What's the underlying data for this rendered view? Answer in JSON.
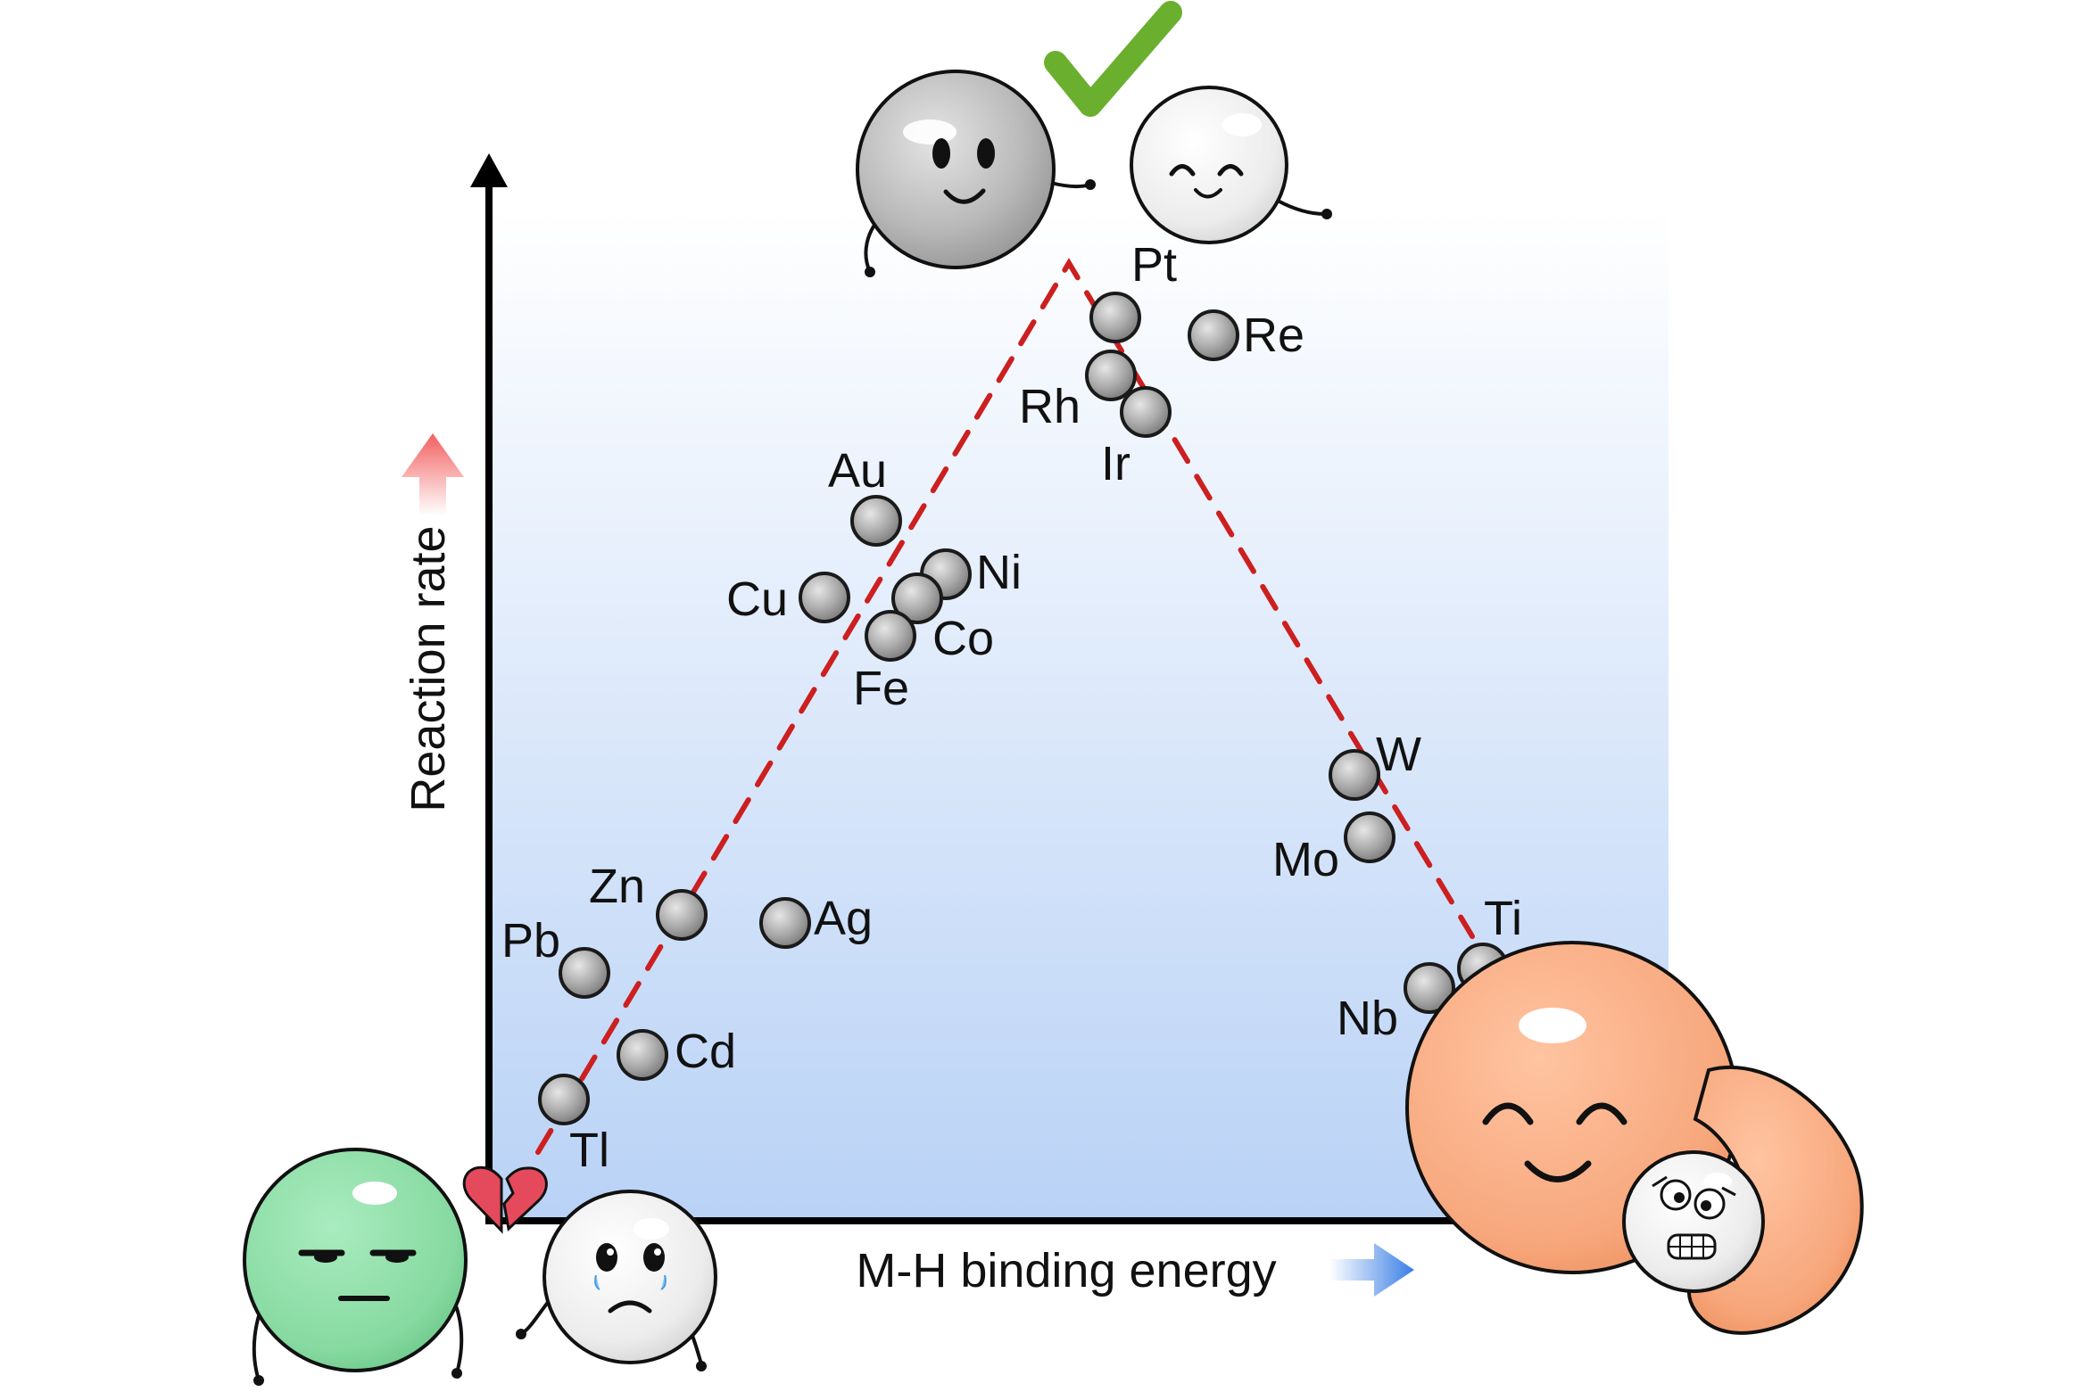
{
  "chart_data": {
    "type": "scatter",
    "xlabel": "M-H binding energy",
    "ylabel": "Reaction rate",
    "points": [
      {
        "label": "Pt"
      },
      {
        "label": "Re"
      },
      {
        "label": "Rh"
      },
      {
        "label": "Ir"
      },
      {
        "label": "Au"
      },
      {
        "label": "Ni"
      },
      {
        "label": "Cu"
      },
      {
        "label": "Co"
      },
      {
        "label": "Fe"
      },
      {
        "label": "W"
      },
      {
        "label": "Mo"
      },
      {
        "label": "Zn"
      },
      {
        "label": "Ag"
      },
      {
        "label": "Pb"
      },
      {
        "label": "Ti"
      },
      {
        "label": "Nb"
      },
      {
        "label": "Cd"
      },
      {
        "label": "Tl"
      }
    ]
  },
  "colors": {
    "trend_line": "#cc1f1f",
    "panel_top": "#ffffff",
    "panel_bottom": "#b9d2f6",
    "rate_arrow": "#f26060",
    "energy_arrow": "#3a7fe6",
    "check": "#6ab02e",
    "green_ball": "#8fdca8",
    "orange_ball": "#f7a77c",
    "heart": "#e54a5c"
  },
  "icons": [
    "check-icon",
    "broken-heart-icon",
    "up-arrow-icon",
    "right-arrow-icon"
  ]
}
